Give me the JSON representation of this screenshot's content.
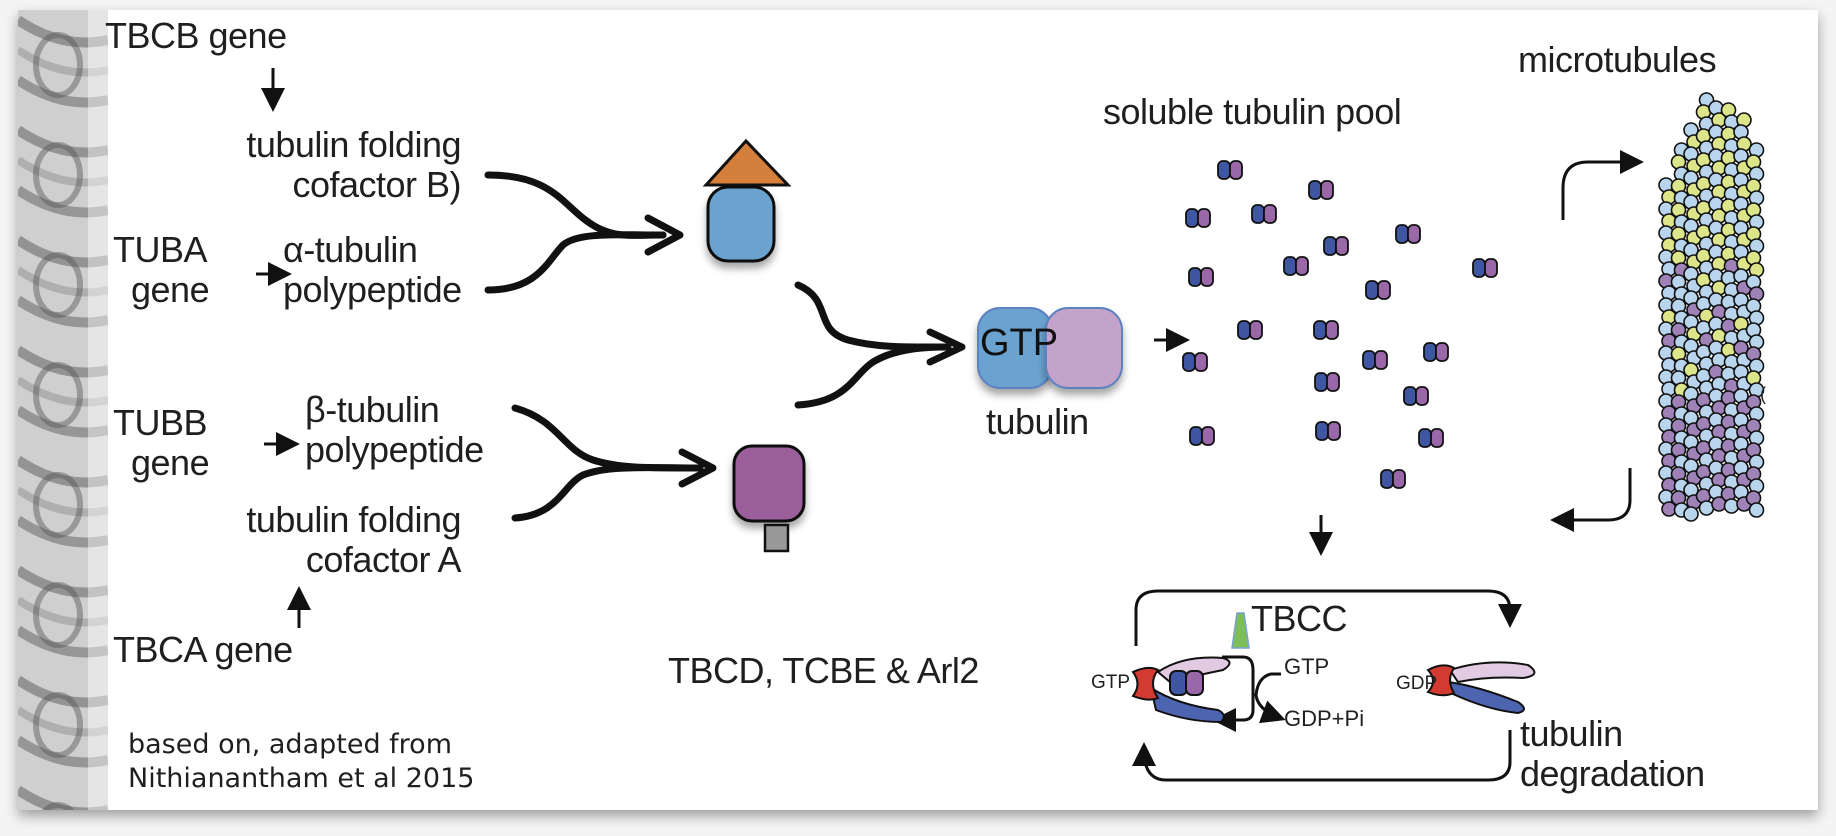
{
  "labels": {
    "tbcb_gene": "TBCB gene",
    "cofactor_b_line1": "tubulin folding",
    "cofactor_b_line2": "cofactor B)",
    "tuba_line1": "TUBA",
    "tuba_line2": "gene",
    "alpha_line1": "α-tubulin",
    "alpha_line2": "polypeptide",
    "tubb_line1": "TUBB",
    "tubb_line2": "gene",
    "beta_line1": "β-tubulin",
    "beta_line2": "polypeptide",
    "cofactor_a_line1": "tubulin folding",
    "cofactor_a_line2": "cofactor A",
    "tbca_gene": "TBCA gene",
    "dimer_gtp": "GTP",
    "tubulin": "tubulin",
    "soluble_pool": "soluble tubulin pool",
    "microtubules": "microtubules",
    "tbcc": "TBCC",
    "tbcd_complex": "TBCD, TCBE & Arl2",
    "complex_gtp": "GTP",
    "cycle_gtp": "GTP",
    "cycle_gdp_pi": "GDP+Pi",
    "complex_gdp": "GDP",
    "degradation_line1": "tubulin",
    "degradation_line2": "degradation",
    "credit_line1": "based on, adapted from",
    "credit_line2": "Nithianantham et al 2015"
  },
  "colors": {
    "alpha_tubulin": "#6aa3cf",
    "beta_tubulin": "#9b5f9c",
    "cofactor_b": "#d47f3b",
    "cofactor_a": "#999999",
    "dimer_alpha": "#3f56a3",
    "dimer_beta": "#9a67a8",
    "mt_yellow": "#dde58a",
    "mt_lightblue": "#b9d5ee",
    "mt_purple": "#9f82b8",
    "tbcc": "#7cbf5a",
    "tbce_red": "#d23a32",
    "tbcd_lilac": "#e2cbe2",
    "arl2_blue": "#4d64b0"
  }
}
